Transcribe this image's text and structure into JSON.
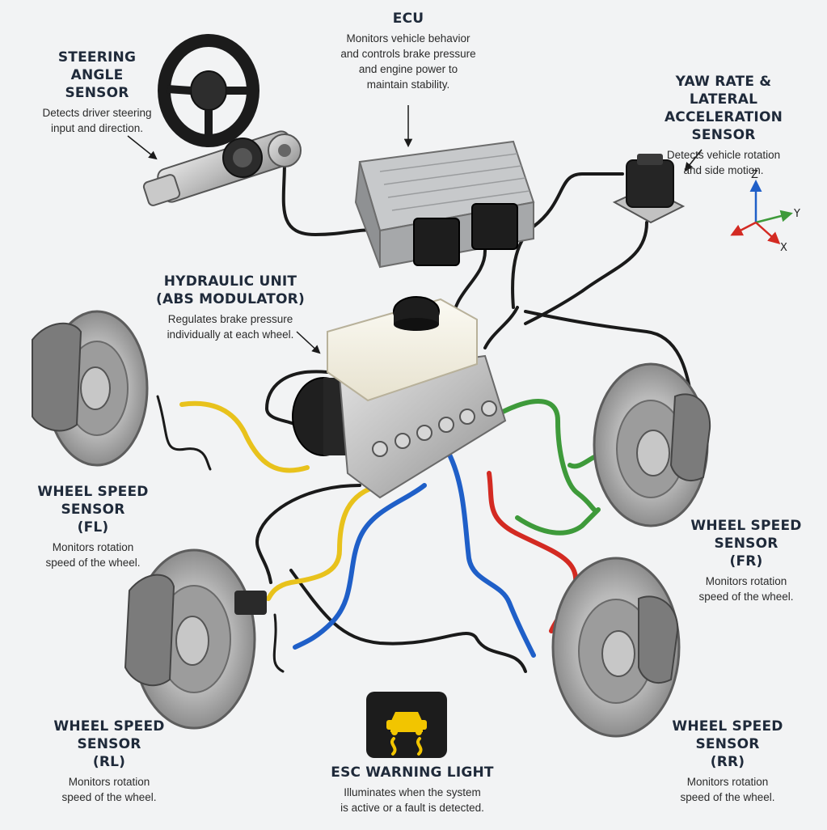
{
  "labels": {
    "ecu": {
      "title": "ECU",
      "desc": [
        "Monitors vehicle behavior",
        "and controls brake pressure",
        "and engine power to",
        "maintain stability."
      ]
    },
    "steering": {
      "title": [
        "STEERING ANGLE",
        "SENSOR"
      ],
      "desc": [
        "Detects driver steering",
        "input and direction."
      ]
    },
    "yaw": {
      "title": [
        "YAW RATE &",
        "LATERAL ACCELERATION",
        "SENSOR"
      ],
      "desc": [
        "Detects vehicle rotation",
        "and side motion."
      ]
    },
    "hydraulic": {
      "title": [
        "HYDRAULIC UNIT",
        "(ABS MODULATOR)"
      ],
      "desc": [
        "Regulates brake pressure",
        "individually at each wheel."
      ]
    },
    "fl": {
      "title": [
        "WHEEL SPEED SENSOR",
        "(FL)"
      ],
      "desc": [
        "Monitors rotation",
        "speed of the wheel."
      ]
    },
    "fr": {
      "title": [
        "WHEEL SPEED SENSOR",
        "(FR)"
      ],
      "desc": [
        "Monitors rotation",
        "speed of the wheel."
      ]
    },
    "rl": {
      "title": [
        "WHEEL SPEED SENSOR",
        "(RL)"
      ],
      "desc": [
        "Monitors rotation",
        "speed of the wheel."
      ]
    },
    "rr": {
      "title": [
        "WHEEL SPEED SENSOR",
        "(RR)"
      ],
      "desc": [
        "Monitors rotation",
        "speed of the wheel."
      ]
    },
    "esc": {
      "title": "ESC WARNING LIGHT",
      "desc": [
        "Illuminates when the system",
        "is active or a fault is detected."
      ]
    }
  },
  "axes": {
    "z": "Z",
    "y": "Y",
    "x": "X"
  },
  "colors": {
    "line_yellow": "#e8c21c",
    "line_blue": "#1f5fc8",
    "line_red": "#d32a22",
    "line_green": "#3e9a3a",
    "wire_black": "#1a1a1a",
    "esc_icon": "#f2c500",
    "esc_bg": "#1c1c1c"
  },
  "icons": [
    "steering-wheel-icon",
    "ecu-icon",
    "yaw-sensor-icon",
    "hydraulic-unit-icon",
    "brake-disc-icon",
    "esc-warning-icon",
    "axis-triad-icon"
  ]
}
